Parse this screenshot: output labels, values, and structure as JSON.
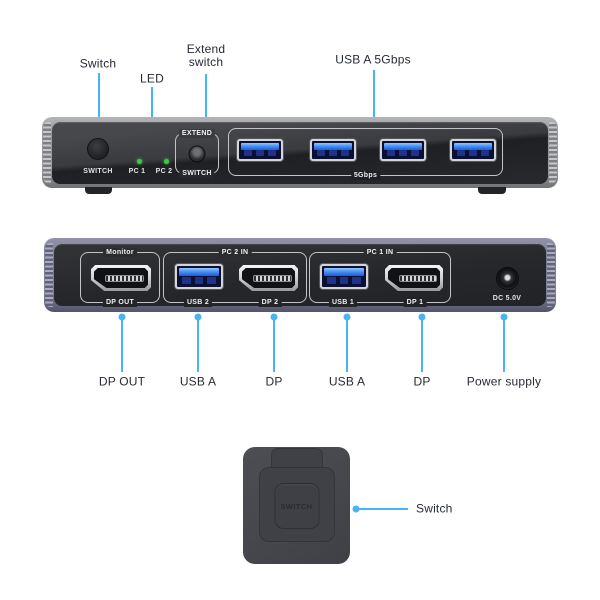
{
  "palette": {
    "callout_accent": "#47b5f3",
    "label_text": "#272b34",
    "led_green": "#3fc943",
    "usb_blue": "#3f87ef",
    "front_case": "#9b9ca1",
    "back_case": "#80819a",
    "panel_face": "#26272b"
  },
  "front": {
    "callouts": [
      {
        "label": "Switch"
      },
      {
        "label": "LED"
      },
      {
        "label": "Extend switch"
      },
      {
        "label": "USB A 5Gbps"
      }
    ],
    "switch_label": "SWITCH",
    "led1": "PC 1",
    "led2": "PC 2",
    "extend_top": "EXTEND",
    "extend_bottom": "SWITCH",
    "usb_speed": "5Gbps"
  },
  "back": {
    "monitor": {
      "top": "Monitor",
      "bottom": "DP OUT"
    },
    "pc2": {
      "top": "PC 2 IN",
      "usb": "USB 2",
      "dp": "DP 2"
    },
    "pc1": {
      "top": "PC 1 IN",
      "usb": "USB 1",
      "dp": "DP 1"
    },
    "power": "DC 5.0V",
    "callouts": [
      {
        "label": "DP OUT"
      },
      {
        "label": "USB A"
      },
      {
        "label": "DP"
      },
      {
        "label": "USB A"
      },
      {
        "label": "DP"
      },
      {
        "label": "Power supply"
      }
    ]
  },
  "remote": {
    "button_label": "SWITCH",
    "callout": "Switch"
  }
}
